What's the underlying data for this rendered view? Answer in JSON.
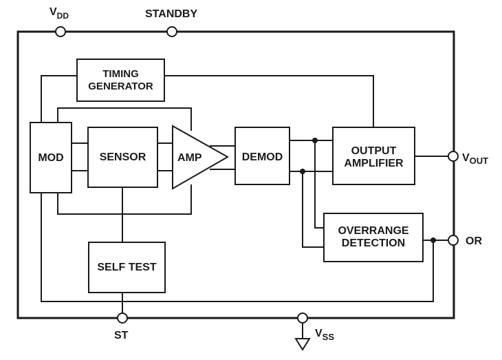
{
  "pins": {
    "vdd": {
      "main": "V",
      "sub": "DD"
    },
    "standby": "STANDBY",
    "vout": {
      "main": "V",
      "sub": "OUT"
    },
    "or": "OR",
    "st": "ST",
    "vss": {
      "main": "V",
      "sub": "SS"
    }
  },
  "blocks": {
    "timing_generator": [
      "TIMING",
      "GENERATOR"
    ],
    "mod": "MOD",
    "sensor": "SENSOR",
    "amp": "AMP",
    "demod": "DEMOD",
    "output_amplifier": [
      "OUTPUT",
      "AMPLIFIER"
    ],
    "overrange_detection": [
      "OVERRANGE",
      "DETECTION"
    ],
    "self_test": "SELF TEST"
  }
}
